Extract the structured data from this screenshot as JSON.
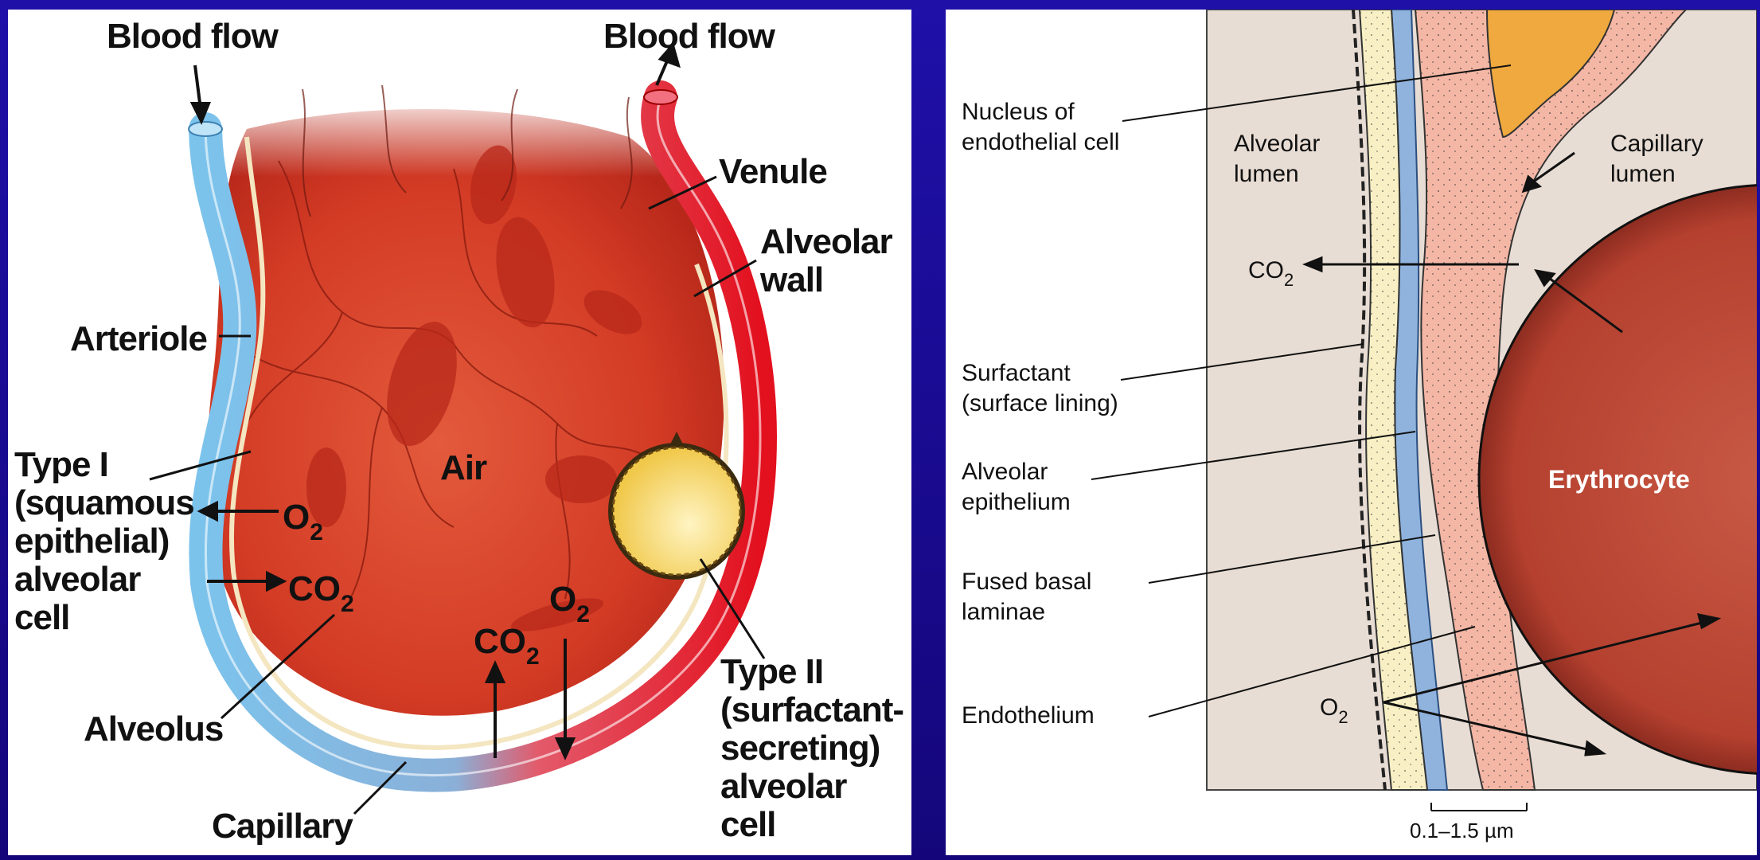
{
  "left_diagram": {
    "blood_flow_in": "Blood flow",
    "blood_flow_out": "Blood flow",
    "venule": "Venule",
    "alveolar_wall": "Alveolar\nwall",
    "arteriole": "Arteriole",
    "type_i_cell": "Type I\n(squamous\nepithelial)\nalveolar\ncell",
    "air": "Air",
    "o2": "O",
    "co2": "CO",
    "subscript_2": "2",
    "alveolus": "Alveolus",
    "capillary": "Capillary",
    "type_ii_cell": "Type II\n(surfactant-\nsecreting)\nalveolar\ncell"
  },
  "right_diagram": {
    "nucleus": "Nucleus of\nendothelial cell",
    "alveolar_lumen": "Alveolar\nlumen",
    "capillary_lumen": "Capillary\nlumen",
    "co2": "CO",
    "o2": "O",
    "subscript_2": "2",
    "surfactant": "Surfactant\n(surface lining)",
    "alveolar_epithelium": "Alveolar\nepithelium",
    "fused_basal_laminae": "Fused basal\nlaminae",
    "endothelium": "Endothelium",
    "erythrocyte": "Erythrocyte",
    "scale": "0.1–1.5 µm"
  },
  "colors": {
    "background": "#1a0c8a",
    "alveolus": "#d9442c",
    "arteriole": "#7cc3ec",
    "venule": "#e3101e",
    "type_ii_cell": "#f3d56a",
    "erythrocyte": "#c14a3a",
    "endothelium": "#f4b7a6",
    "epithelium": "#8fb3dd",
    "surfactant": "#f8f0c4"
  }
}
